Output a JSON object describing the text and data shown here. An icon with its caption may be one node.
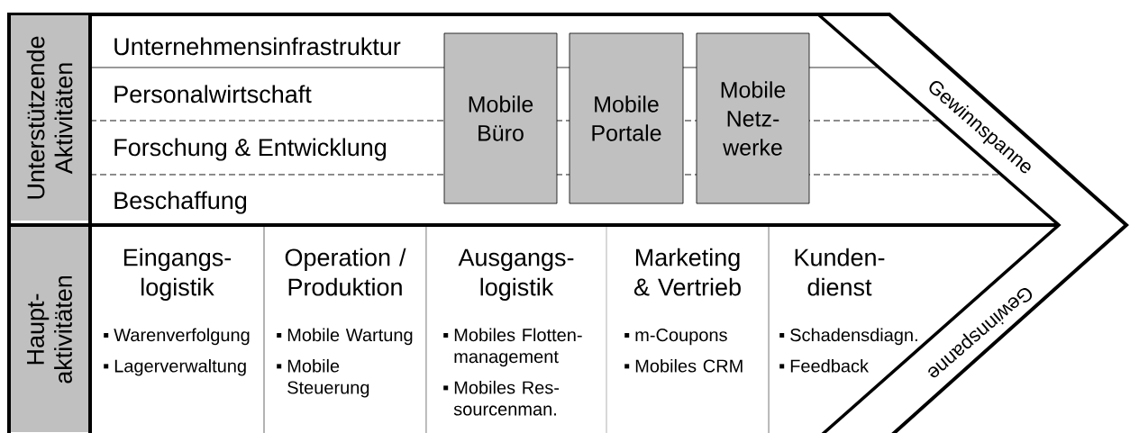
{
  "diagram": {
    "nodes": [
      {
        "text": [
          "Unterstützende Aktivitäten"
        ]
      },
      {
        "text": [
          "Haupt- aktivitäten"
        ]
      },
      {
        "text": [
          "Unternehmensinfrastruktur"
        ]
      },
      {
        "text": [
          "Personalwirtschaft"
        ]
      },
      {
        "text": [
          "Forschung & Entwicklung"
        ]
      },
      {
        "text": [
          "Beschaffung"
        ]
      },
      {
        "text": [
          "Mobile Büro"
        ]
      },
      {
        "text": [
          "Mobile Portale"
        ]
      },
      {
        "text": [
          "Mobile Netz- werke"
        ]
      },
      {
        "text": [
          "Eingangs- logistik",
          "Warenverfolgung",
          "Lagerverwaltung"
        ]
      },
      {
        "text": [
          "Operation / Produktion",
          "Mobile Wartung",
          "Mobile Steuerung"
        ]
      },
      {
        "text": [
          "Ausgangs- logistik",
          "Mobiles Flotten- management",
          "Mobiles Res- sourcenman."
        ]
      },
      {
        "text": [
          "Marketing & Vertrieb",
          "m-Coupons",
          "Mobiles CRM"
        ]
      },
      {
        "text": [
          "Kunden- dienst",
          "Schadensdiagn.",
          "Feedback"
        ]
      }
    ],
    "edges": [],
    "labels": [
      "Gewinnspanne",
      "Gewinnspanne"
    ]
  }
}
